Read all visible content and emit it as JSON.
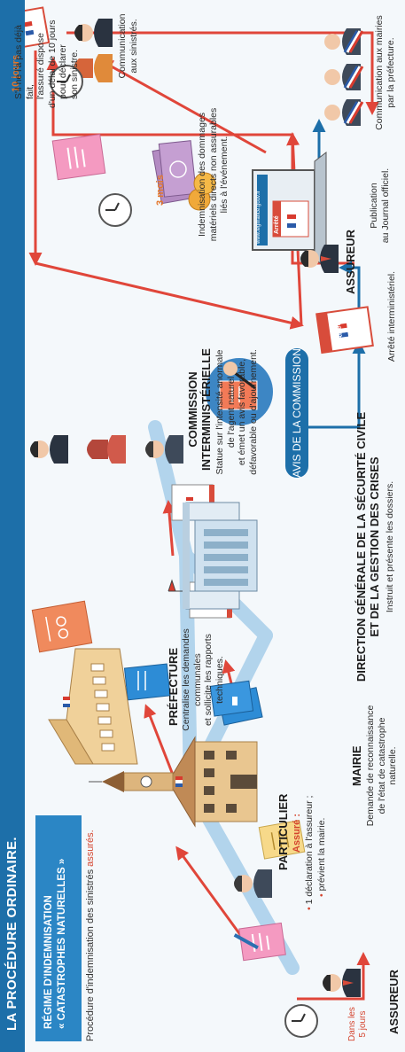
{
  "header": {
    "title": "LA PROCÉDURE ORDINAIRE."
  },
  "regime": {
    "line1": "RÉGIME D'INDEMNISATION",
    "line2": "« CATASTROPHES NATURELLES »",
    "subtitle_prefix": "Procédure d'indemnisation des sinistrés ",
    "subtitle_highlight": "assurés."
  },
  "particulier": {
    "title": "PARTICULIER",
    "assure_label": "Assuré :",
    "item1": "1 déclaration à l'assureur ;",
    "item2": "prévient la mairie."
  },
  "timing": {
    "dans_les": "Dans les",
    "cinq_jours": "5 jours",
    "dix_jours": "10 jours",
    "trois_mois": "3 mois"
  },
  "assureur_left": {
    "title": "ASSUREUR"
  },
  "mairie": {
    "title": "MAIRIE",
    "desc1": "Demande de reconnaissance",
    "desc2": "de l'état de catastrophe naturelle."
  },
  "prefecture": {
    "title": "PRÉFECTURE",
    "desc1": "Centralise les demandes communales",
    "desc2": "et sollicite les rapports techniques."
  },
  "dgscgc": {
    "title1": "DIRECTION GÉNÉRALE DE LA SÉCURITÉ CIVILE",
    "title2": "ET DE LA GESTION DES CRISES",
    "desc": "Instruit et présente les dossiers."
  },
  "commission": {
    "title1": "COMMISSION",
    "title2": "INTERMINISTÉRIELLE",
    "desc1": "Statue sur l'intensité anormale",
    "desc2": "de l'agent naturel",
    "desc3": "et émet un avis favorable,",
    "desc4": "défavorable ou d'ajournement."
  },
  "avis": {
    "label": "AVIS DE LA COMMISSION"
  },
  "arrete": {
    "tag": "Arrêté",
    "caption": "Arrêté interministériel."
  },
  "journal": {
    "caption1": "Publication",
    "caption2": "au Journal officiel.",
    "site": "www.legifrance.gouv.fr"
  },
  "communication_mairies": {
    "line1": "Communication aux mairies",
    "line2": "par la préfecture."
  },
  "communication_sinistres": {
    "line1": "Communication",
    "line2": "aux sinistrés."
  },
  "assureur_right": {
    "title": "ASSUREUR",
    "indemn1": "Indemnisation des dommages",
    "indemn2": "matériels directs non assurables",
    "indemn3": "liés à l'événement."
  },
  "declaration": {
    "line1": "S'il ne l'a pas déjà fait,",
    "line2": "l'assuré dispose",
    "line3": "d'un délai de 10 jours",
    "line4": "pour déclarer",
    "line5": "son sinistre."
  },
  "colors": {
    "banner": "#1d6fa9",
    "accent_red": "#d4442e",
    "arrow_red": "#e0463a",
    "flow_blue": "#7fb7e0"
  }
}
